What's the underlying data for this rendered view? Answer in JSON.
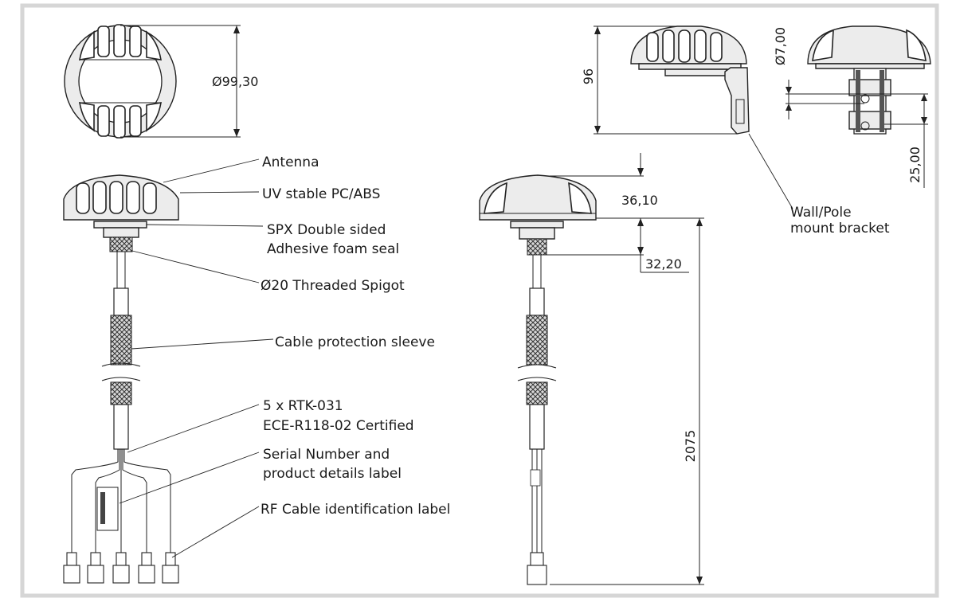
{
  "labels": {
    "antenna": "Antenna",
    "housing": "UV stable PC/ABS",
    "seal_line1": "SPX Double sided",
    "seal_line2": "Adhesive foam seal",
    "spigot": "Ø20 Threaded Spigot",
    "sleeve": "Cable protection sleeve",
    "rtk_line1": "5 x RTK-031",
    "rtk_line2": "ECE-R118-02 Certified",
    "serial_line1": "Serial Number and",
    "serial_line2": "product details label",
    "rf_label": "RF Cable identification label",
    "bracket_line1": "Wall/Pole",
    "bracket_line2": "mount bracket"
  },
  "dimensions": {
    "diameter": "Ø99,30",
    "bracket_height": "96",
    "hole_diameter": "Ø7,00",
    "bracket_offset": "25,00",
    "dome_height": "36,10",
    "spigot_length": "32,20",
    "cable_length": "2075"
  },
  "colors": {
    "border": "#d6d6d6",
    "line": "#222222",
    "body_fill": "#ececec"
  }
}
